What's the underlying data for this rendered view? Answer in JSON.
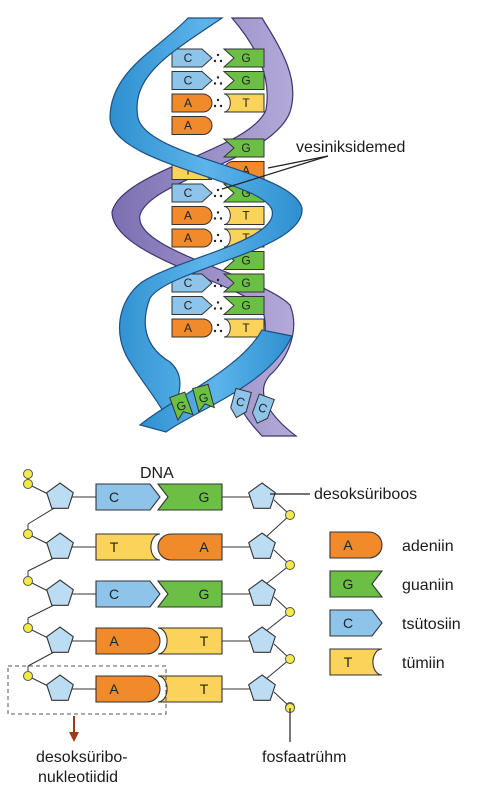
{
  "labels": {
    "hydrogen_bonds": "vesiniksidemed",
    "dna": "DNA",
    "deoxyribose": "desoksüriboos",
    "nucleotides_line1": "desoksüribo-",
    "nucleotides_line2": "nukleotiidid",
    "phosphate_backbone": "fosfaatrühm"
  },
  "legend": [
    {
      "letter": "A",
      "name": "adeniin",
      "color": "#f08a2a"
    },
    {
      "letter": "G",
      "name": "guaniin",
      "color": "#6cbf45"
    },
    {
      "letter": "C",
      "name": "tsütosiin",
      "color": "#8ec4ea"
    },
    {
      "letter": "T",
      "name": "tümiin",
      "color": "#fbd25a"
    }
  ],
  "ladder_rows": [
    {
      "left": "C",
      "right": "G"
    },
    {
      "left": "T",
      "right": "A"
    },
    {
      "left": "C",
      "right": "G"
    },
    {
      "left": "A",
      "right": "T"
    },
    {
      "left": "A",
      "right": "T"
    }
  ],
  "helix_pairs": [
    {
      "left": "C",
      "right": "G"
    },
    {
      "left": "C",
      "right": "G"
    },
    {
      "left": "A",
      "right": "T"
    },
    {
      "left": "A",
      "right": ""
    },
    {
      "left": "",
      "right": "G"
    },
    {
      "left": "T",
      "right": "A"
    },
    {
      "left": "C",
      "right": "G"
    },
    {
      "left": "A",
      "right": "T"
    },
    {
      "left": "A",
      "right": "T"
    },
    {
      "left": "",
      "right": "G"
    },
    {
      "left": "C",
      "right": "G"
    },
    {
      "left": "C",
      "right": "G"
    },
    {
      "left": "A",
      "right": "T"
    }
  ],
  "helix_tail": [
    "G",
    "G",
    "C",
    "C"
  ],
  "colors": {
    "strand_blue": "#3d9fdc",
    "strand_purple": "#9b8fc7",
    "sugar": "#bcdcf3",
    "phosphate": "#f5ea4a",
    "arrow": "#9e3a1a"
  }
}
